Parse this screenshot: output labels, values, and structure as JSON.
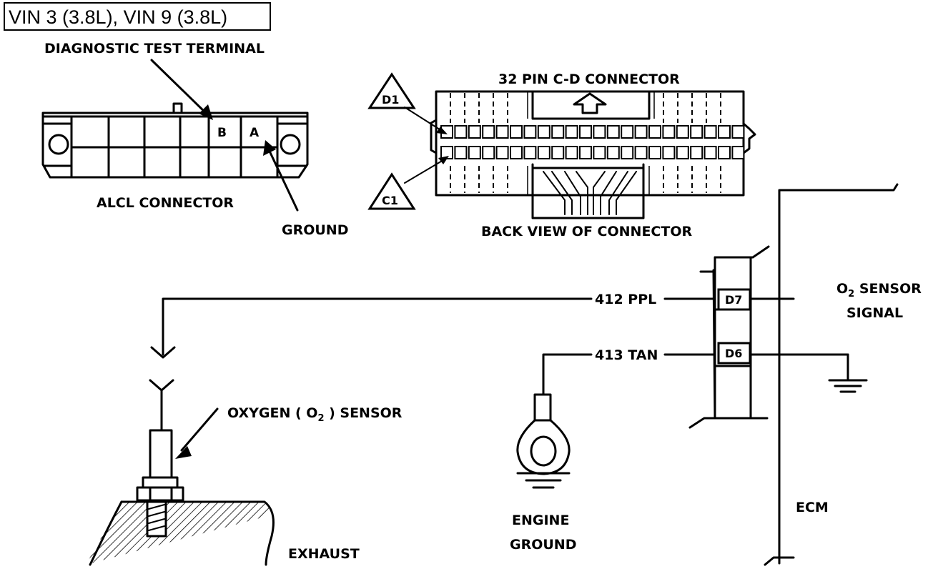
{
  "title": "VIN 3 (3.8L), VIN 9 (3.8L)",
  "alcl": {
    "name": "ALCL CONNECTOR",
    "diag_terminal": "DIAGNOSTIC TEST TERMINAL",
    "pin_b": "B",
    "pin_a": "A",
    "ground": "GROUND"
  },
  "cd_connector": {
    "name": "32 PIN C-D CONNECTOR",
    "back_view": "BACK VIEW OF CONNECTOR",
    "d1": "D1",
    "c1": "C1"
  },
  "wires": {
    "w412": "412 PPL",
    "w413": "413 TAN"
  },
  "ecm": {
    "name": "ECM",
    "pin_d7": "D7",
    "pin_d6": "D6",
    "o2_signal_prefix": "O",
    "o2_signal_sub": "2",
    "o2_signal_suffix": " SENSOR",
    "o2_signal_line2": "SIGNAL"
  },
  "sensor": {
    "label_prefix": "OXYGEN ( O",
    "label_sub": "2",
    "label_suffix": " ) SENSOR",
    "exhaust": "EXHAUST"
  },
  "engine_ground": {
    "line1": "ENGINE",
    "line2": "GROUND"
  }
}
